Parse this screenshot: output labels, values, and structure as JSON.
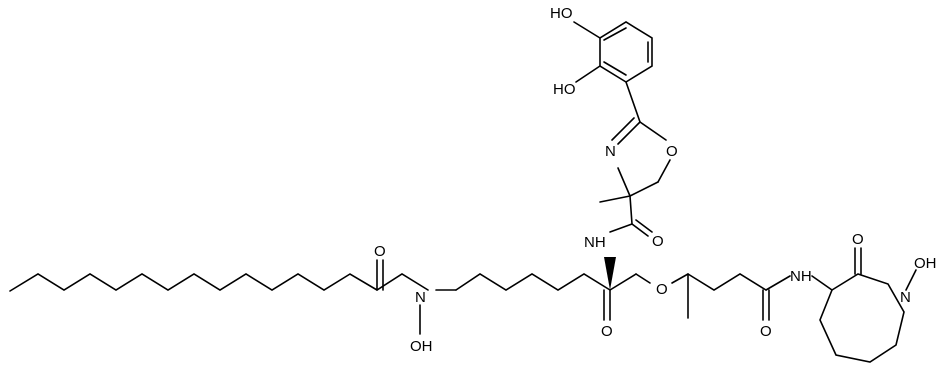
{
  "atom_labels": {
    "ho_catechol_top": "HO",
    "ho_catechol_lower": "HO",
    "n_oxazoline": "N",
    "o_oxazoline": "O",
    "nh_amide_upper": "NH",
    "o_carbonyl_upper": "O",
    "o_carbonyl_acyl": "O",
    "n_hydroxamate_left": "N",
    "oh_hydroxamate_left": "OH",
    "o_ester_single": "O",
    "o_ester_carbonyl": "O",
    "o_amide_carbonyl": "O",
    "nh_amide_right": "NH",
    "o_lactam": "O",
    "n_lactam": "N",
    "oh_lactam": "OH"
  },
  "colors": {
    "bond": "#000000",
    "text": "#000000",
    "background": "#ffffff"
  }
}
